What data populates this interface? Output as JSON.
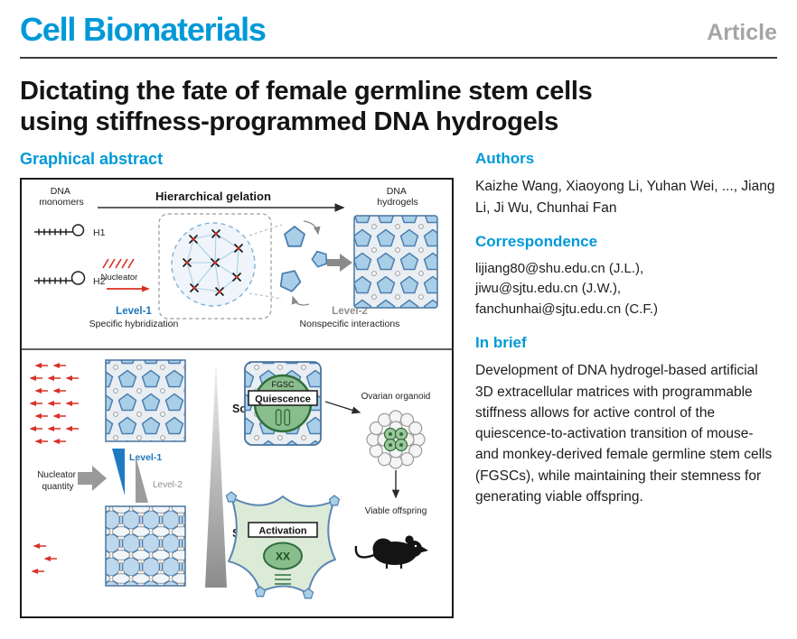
{
  "header": {
    "journal_name": "Cell Biomaterials",
    "article_type": "Article"
  },
  "title": {
    "line1": "Dictating the fate of female germline stem cells",
    "line2": "using stiffness-programmed DNA hydrogels"
  },
  "graphical_abstract": {
    "heading": "Graphical abstract"
  },
  "authors": {
    "heading": "Authors",
    "names": "Kaizhe Wang, Xiaoyong Li, Yuhan Wei, ..., Jiang Li, Ji Wu, Chunhai Fan"
  },
  "correspondence": {
    "heading": "Correspondence",
    "emails": [
      "lijiang80@shu.edu.cn (J.L.),",
      "jiwu@sjtu.edu.cn (J.W.),",
      "fanchunhai@sjtu.edu.cn (C.F.)"
    ]
  },
  "in_brief": {
    "heading": "In brief",
    "text": "Development of DNA hydrogel-based artificial 3D extracellular matrices with programmable stiffness allows for active control of the quiescence-to-activation transition of mouse- and monkey-derived female germline stem cells (FGSCs), while maintaining their stemness for generating viable offspring."
  },
  "figure": {
    "top": {
      "dna_monomers": [
        "DNA",
        "monomers"
      ],
      "gelation": "Hierarchical gelation",
      "dna_hydrogels": [
        "DNA",
        "hydrogels"
      ],
      "h1": "H1",
      "h2": "H2",
      "nucleator": "Nucleator",
      "level1": "Level-1",
      "level1_caption": "Specific hybridization",
      "level2": "Level-2",
      "level2_caption": "Nonspecific interactions"
    },
    "bottom": {
      "nucleator_quantity": [
        "Nucleator",
        "quantity"
      ],
      "level1": "Level-1",
      "level2": "Level-2",
      "soft": "Soft",
      "stiff": "Stiff",
      "fgsc": "FGSC",
      "quiescence": "Quiescence",
      "activation": "Activation",
      "chromosomes": "XX",
      "ovarian_organoid": "Ovarian organoid",
      "viable_offspring": "Viable offspring"
    }
  },
  "colors": {
    "brand_blue": "#0099d8",
    "article_gray": "#a5a5a5",
    "gel_blue": "#a9cfe8",
    "gel_outline": "#4d7fae",
    "accent_red": "#d93025",
    "level1_blue": "#1c75bc",
    "fgsc_green": "#8abd8d"
  }
}
